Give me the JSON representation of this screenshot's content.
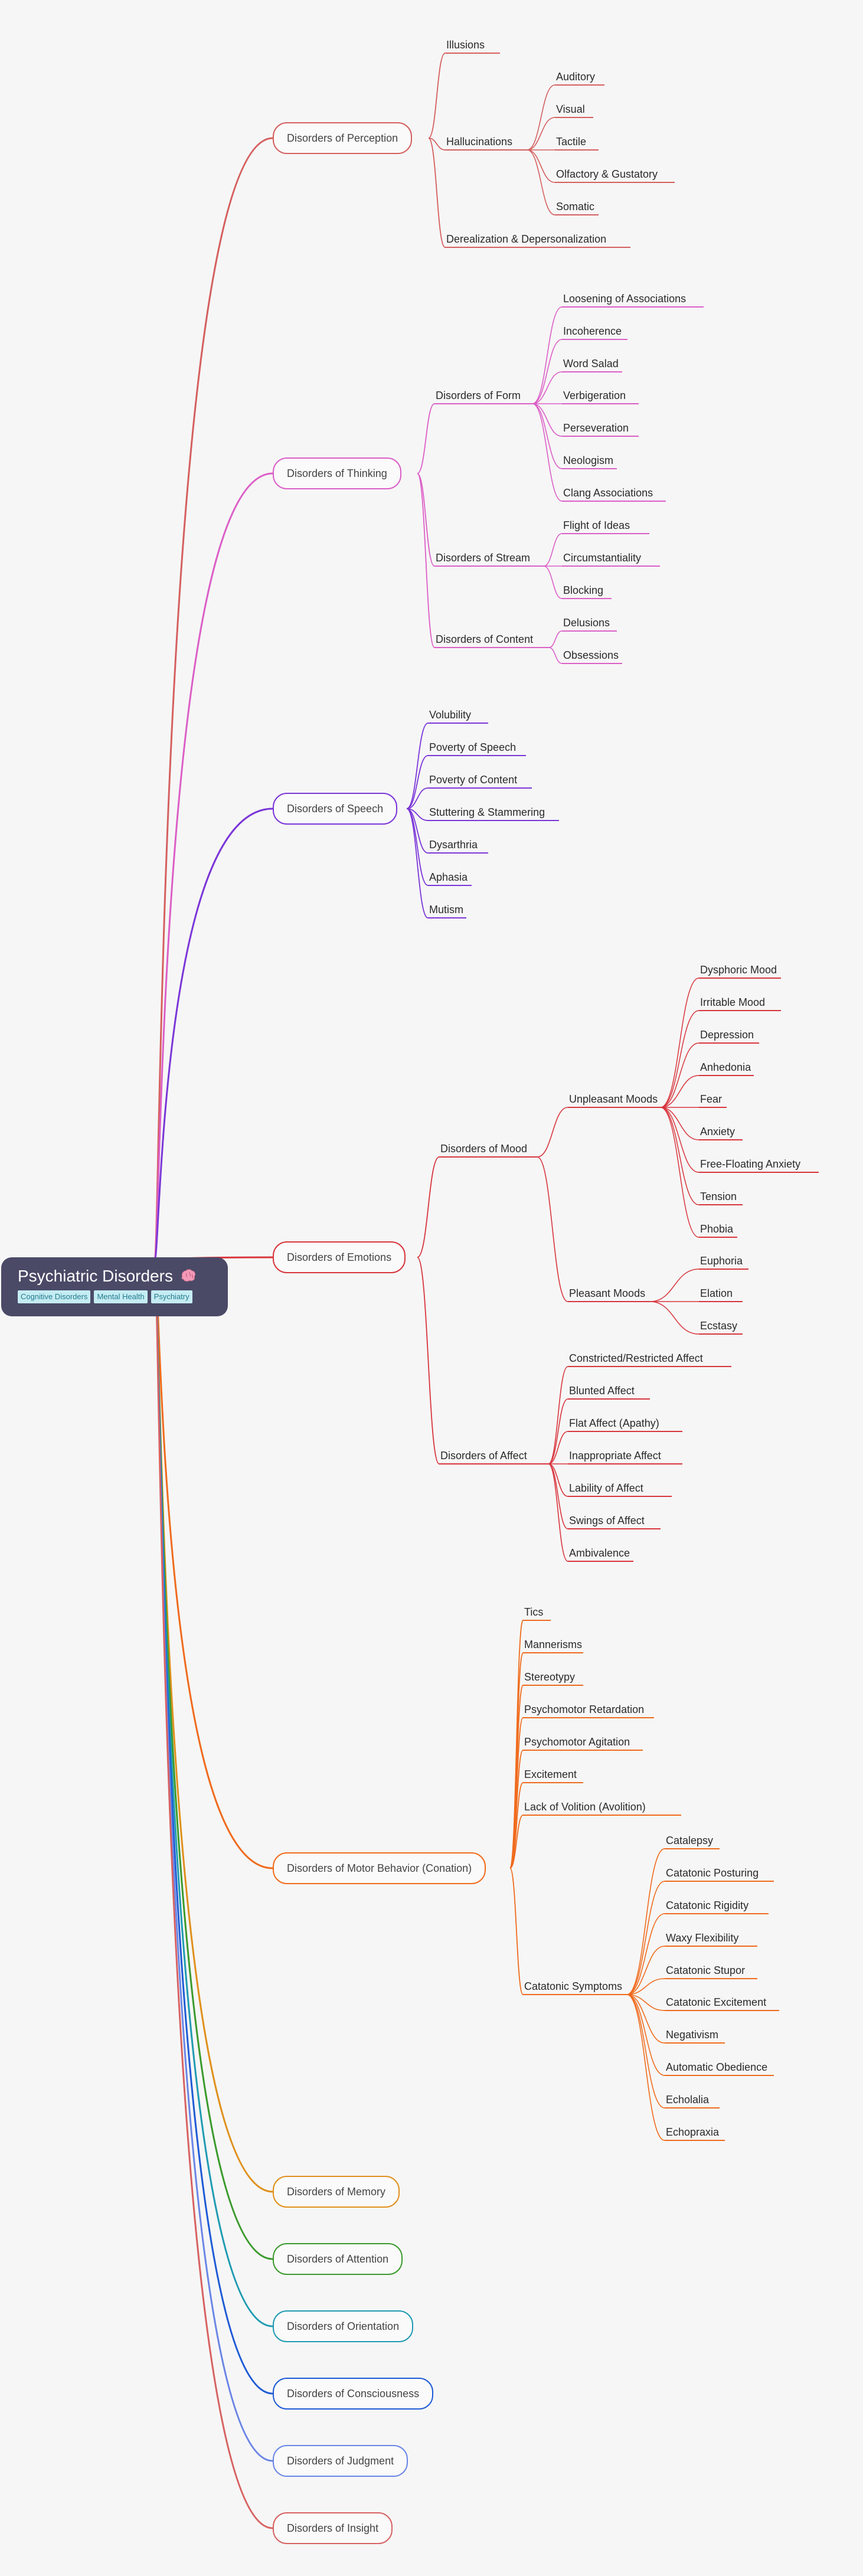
{
  "root": {
    "title": "Psychiatric Disorders",
    "emoji": "brain-emoji",
    "tags": [
      "Cognitive Disorders",
      "Mental Health",
      "Psychiatry"
    ]
  },
  "branches": [
    {
      "id": "b1",
      "label": "Disorders of Perception",
      "color": "#d55f5f",
      "children": [
        {
          "label": "Illusions"
        },
        {
          "label": "Hallucinations",
          "children": [
            {
              "label": "Auditory"
            },
            {
              "label": "Visual"
            },
            {
              "label": "Tactile"
            },
            {
              "label": "Olfactory & Gustatory"
            },
            {
              "label": "Somatic"
            }
          ]
        },
        {
          "label": "Derealization & Depersonalization"
        }
      ]
    },
    {
      "id": "b2",
      "label": "Disorders of Thinking",
      "color": "#dc5fc7",
      "children": [
        {
          "label": "Disorders of Form",
          "children": [
            {
              "label": "Loosening of Associations"
            },
            {
              "label": "Incoherence"
            },
            {
              "label": "Word Salad"
            },
            {
              "label": "Verbigeration"
            },
            {
              "label": "Perseveration"
            },
            {
              "label": "Neologism"
            },
            {
              "label": "Clang Associations"
            }
          ]
        },
        {
          "label": "Disorders of Stream",
          "children": [
            {
              "label": "Flight of Ideas"
            },
            {
              "label": "Circumstantiality"
            },
            {
              "label": "Blocking"
            }
          ]
        },
        {
          "label": "Disorders of Content",
          "children": [
            {
              "label": "Delusions"
            },
            {
              "label": "Obsessions"
            }
          ]
        }
      ]
    },
    {
      "id": "b3",
      "label": "Disorders of Speech",
      "color": "#7b36d8",
      "children": [
        {
          "label": "Volubility"
        },
        {
          "label": "Poverty of Speech"
        },
        {
          "label": "Poverty of Content"
        },
        {
          "label": "Stuttering & Stammering"
        },
        {
          "label": "Dysarthria"
        },
        {
          "label": "Aphasia"
        },
        {
          "label": "Mutism"
        }
      ]
    },
    {
      "id": "b4",
      "label": "Disorders of Emotions",
      "color": "#d8353d",
      "children": [
        {
          "label": "Disorders of Mood",
          "children": [
            {
              "label": "Unpleasant Moods",
              "children": [
                {
                  "label": "Dysphoric Mood"
                },
                {
                  "label": "Irritable Mood"
                },
                {
                  "label": "Depression"
                },
                {
                  "label": "Anhedonia"
                },
                {
                  "label": "Fear"
                },
                {
                  "label": "Anxiety"
                },
                {
                  "label": "Free-Floating Anxiety"
                },
                {
                  "label": "Tension"
                },
                {
                  "label": "Phobia"
                }
              ]
            },
            {
              "label": "Pleasant Moods",
              "children": [
                {
                  "label": "Euphoria"
                },
                {
                  "label": "Elation"
                },
                {
                  "label": "Ecstasy"
                }
              ]
            }
          ]
        },
        {
          "label": "Disorders of Affect",
          "children": [
            {
              "label": "Constricted/Restricted Affect"
            },
            {
              "label": "Blunted Affect"
            },
            {
              "label": "Flat Affect (Apathy)"
            },
            {
              "label": "Inappropriate Affect"
            },
            {
              "label": "Lability of Affect"
            },
            {
              "label": "Swings of Affect"
            },
            {
              "label": "Ambivalence"
            }
          ]
        }
      ]
    },
    {
      "id": "b5",
      "label": "Disorders of Motor Behavior (Conation)",
      "color": "#f06b1d",
      "children": [
        {
          "label": "Tics"
        },
        {
          "label": "Mannerisms"
        },
        {
          "label": "Stereotypy"
        },
        {
          "label": "Psychomotor Retardation"
        },
        {
          "label": "Psychomotor Agitation"
        },
        {
          "label": "Excitement"
        },
        {
          "label": "Lack of Volition (Avolition)"
        },
        {
          "label": "Catatonic Symptoms",
          "children": [
            {
              "label": "Catalepsy"
            },
            {
              "label": "Catatonic Posturing"
            },
            {
              "label": "Catatonic Rigidity"
            },
            {
              "label": "Waxy Flexibility"
            },
            {
              "label": "Catatonic Stupor"
            },
            {
              "label": "Catatonic Excitement"
            },
            {
              "label": "Negativism"
            },
            {
              "label": "Automatic Obedience"
            },
            {
              "label": "Echolalia"
            },
            {
              "label": "Echopraxia"
            }
          ]
        }
      ]
    },
    {
      "id": "b6",
      "label": "Disorders of Memory",
      "color": "#e0901c",
      "children": []
    },
    {
      "id": "b7",
      "label": "Disorders of Attention",
      "color": "#3a9a2c",
      "children": []
    },
    {
      "id": "b8",
      "label": "Disorders of Orientation",
      "color": "#1f9bb2",
      "children": []
    },
    {
      "id": "b9",
      "label": "Disorders of Consciousness",
      "color": "#1e5bd6",
      "children": []
    },
    {
      "id": "b10",
      "label": "Disorders of Judgment",
      "color": "#6b86e6",
      "children": []
    },
    {
      "id": "b11",
      "label": "Disorders of Insight",
      "color": "#d86262",
      "children": []
    }
  ]
}
